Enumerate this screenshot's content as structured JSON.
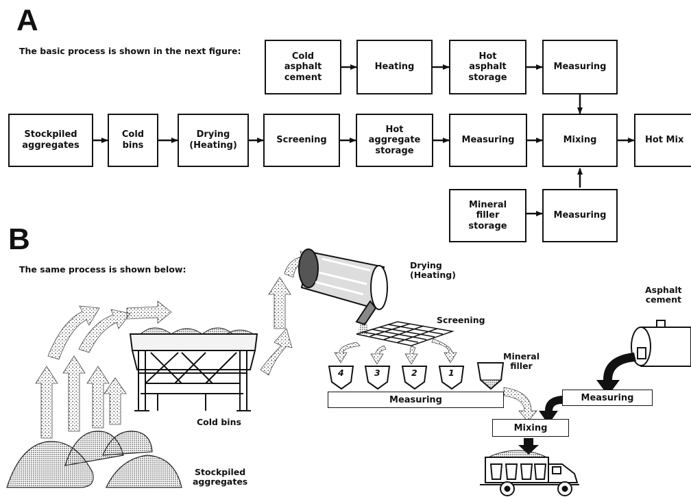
{
  "panel_a": {
    "letter": "A",
    "intro": "The basic process is shown in the next figure:",
    "boxes": {
      "cold_asphalt_cement": "Cold\nasphalt\ncement",
      "heating": "Heating",
      "hot_asphalt_storage": "Hot\nasphalt\nstorage",
      "measuring_asphalt": "Measuring",
      "stockpiled_aggregates": "Stockpiled\naggregates",
      "cold_bins": "Cold\nbins",
      "drying_heating": "Drying\n(Heating)",
      "screening": "Screening",
      "hot_aggregate_storage": "Hot\naggregate\nstorage",
      "measuring_aggregate": "Measuring",
      "mixing": "Mixing",
      "hot_mix": "Hot Mix",
      "mineral_filler_storage": "Mineral\nfiller\nstorage",
      "measuring_filler": "Measuring"
    }
  },
  "panel_b": {
    "letter": "B",
    "intro": "The same process is shown below:",
    "labels": {
      "drying_heating": "Drying\n(Heating)",
      "screening": "Screening",
      "asphalt_cement": "Asphalt\ncement",
      "mineral_filler": "Mineral\nfiller",
      "cold_bins": "Cold bins",
      "stockpiled_aggregates": "Stockpiled\naggregates"
    },
    "bins": [
      "4",
      "3",
      "2",
      "1"
    ],
    "measuring_aggregate": "Measuring",
    "measuring_asphalt": "Measuring",
    "mixing": "Mixing"
  }
}
